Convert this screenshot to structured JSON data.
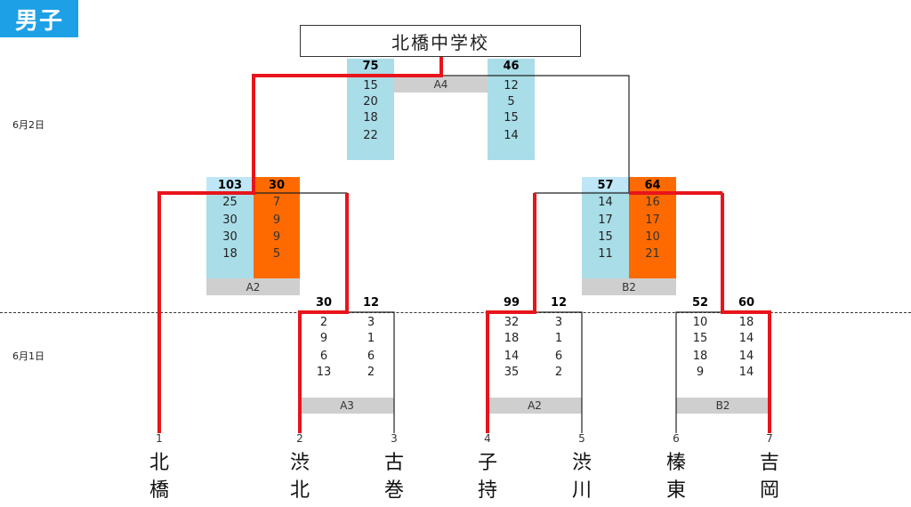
{
  "badge": "男子",
  "champion": "北橋中学校",
  "dates": {
    "day2": "6月2日",
    "day1": "6月1日"
  },
  "teams": [
    {
      "no": "1",
      "name1": "北",
      "name2": "橋"
    },
    {
      "no": "2",
      "name1": "渋",
      "name2": "北"
    },
    {
      "no": "3",
      "name1": "古",
      "name2": "巻"
    },
    {
      "no": "4",
      "name1": "子",
      "name2": "持"
    },
    {
      "no": "5",
      "name1": "渋",
      "name2": "川"
    },
    {
      "no": "6",
      "name1": "榛",
      "name2": "東"
    },
    {
      "no": "7",
      "name1": "吉",
      "name2": "岡"
    }
  ],
  "courts": {
    "final": "A4",
    "semi_left": "A2",
    "semi_right": "B2",
    "r1_a": "A3",
    "r1_b": "A2",
    "r1_c": "B2"
  },
  "matches": {
    "final": {
      "left": {
        "total": "75",
        "periods": [
          "15",
          "20",
          "18",
          "22"
        ]
      },
      "right": {
        "total": "46",
        "periods": [
          "12",
          "5",
          "15",
          "14"
        ]
      }
    },
    "semi_left": {
      "left": {
        "total": "103",
        "periods": [
          "25",
          "30",
          "30",
          "18"
        ]
      },
      "right": {
        "total": "30",
        "periods": [
          "7",
          "9",
          "9",
          "5"
        ]
      }
    },
    "semi_right": {
      "left": {
        "total": "57",
        "periods": [
          "14",
          "17",
          "15",
          "11"
        ]
      },
      "right": {
        "total": "64",
        "periods": [
          "16",
          "17",
          "10",
          "21"
        ]
      }
    },
    "r1_a": {
      "left": {
        "total": "30",
        "periods": [
          "2",
          "9",
          "6",
          "13"
        ]
      },
      "right": {
        "total": "12",
        "periods": [
          "3",
          "1",
          "6",
          "2"
        ]
      }
    },
    "r1_b": {
      "left": {
        "total": "99",
        "periods": [
          "32",
          "18",
          "14",
          "35"
        ]
      },
      "right": {
        "total": "12",
        "periods": [
          "3",
          "1",
          "6",
          "2"
        ]
      }
    },
    "r1_c": {
      "left": {
        "total": "52",
        "periods": [
          "10",
          "15",
          "18",
          "9"
        ]
      },
      "right": {
        "total": "60",
        "periods": [
          "18",
          "14",
          "14",
          "14"
        ]
      }
    }
  },
  "colors": {
    "win_line": "#e8141b",
    "blue_panel": "#a9dde8",
    "orange_panel": "#ff6a00",
    "court_bar": "#cfcfcf",
    "badge": "#1ea0e6"
  }
}
